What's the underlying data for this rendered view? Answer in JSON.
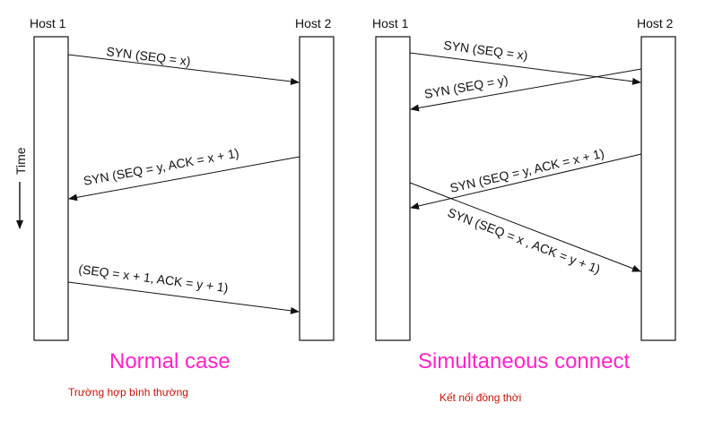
{
  "left_panel": {
    "host1": "Host 1",
    "host2": "Host 2",
    "time_label": "Time",
    "msg1": "SYN (SEQ = x)",
    "msg2": "SYN (SEQ = y, ACK = x + 1)",
    "msg3": "(SEQ = x + 1, ACK = y + 1)",
    "caption": "Normal case",
    "subcaption": "Trường hợp bình thường"
  },
  "right_panel": {
    "host1": "Host 1",
    "host2": "Host 2",
    "msg1": "SYN (SEQ = x)",
    "msg2": "SYN (SEQ = y)",
    "msg3": "SYN (SEQ = y, ACK = x + 1)",
    "msg4": "SYN (SEQ = x , ACK = y + 1)",
    "caption": "Simultaneous connect",
    "subcaption": "Kết nối đồng thời"
  },
  "colors": {
    "caption": "#ff22cc",
    "subcaption": "#cc1100",
    "lines": "#111111"
  }
}
